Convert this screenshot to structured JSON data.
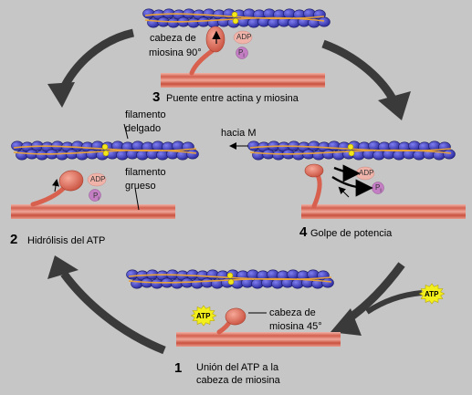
{
  "steps": [
    {
      "number": "1",
      "caption_line1": "Unión del ATP a la",
      "caption_line2": "cabeza de miosina"
    },
    {
      "number": "2",
      "caption": "Hidrólisis del ATP"
    },
    {
      "number": "3",
      "caption": "Puente entre actina y miosina"
    },
    {
      "number": "4",
      "caption": "Golpe de potencia"
    }
  ],
  "labels": {
    "myosin_head_90_line1": "cabeza de",
    "myosin_head_90_line2": "miosina 90°",
    "myosin_head_45_line1": "cabeza de",
    "myosin_head_45_line2": "miosina 45°",
    "thin_filament_line1": "filamento",
    "thin_filament_line2": "delgado",
    "thick_filament_line1": "filamento",
    "thick_filament_line2": "grueso",
    "toward_m": "hacia M"
  },
  "molecules": {
    "adp": "ADP",
    "pi": "P",
    "pi_sub": "i",
    "atp": "ATP"
  },
  "colors": {
    "background": "#c6c6c6",
    "actin": "#3c3cc0",
    "thick_filament": "#d96a5a",
    "myosin_head": "#e07563",
    "adp": "#f0b3aa",
    "pi": "#c47fc4",
    "atp": "#f2ef1c",
    "cycle_arrow": "#3a3a3a"
  }
}
